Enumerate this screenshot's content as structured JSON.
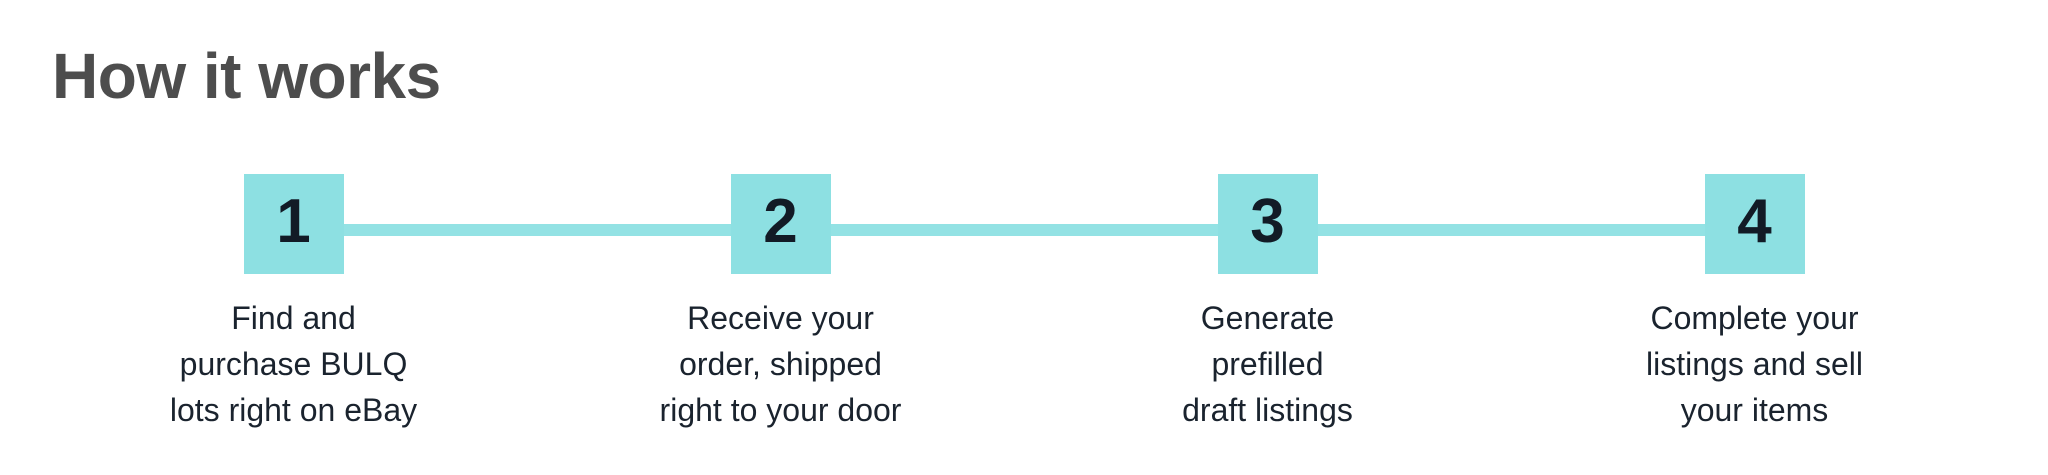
{
  "section": {
    "title": "How it works",
    "steps": [
      {
        "number": "1",
        "label": "Find and\npurchase BULQ\nlots right on eBay"
      },
      {
        "number": "2",
        "label": "Receive your\norder, shipped\nright to your door"
      },
      {
        "number": "3",
        "label": "Generate\nprefilled\ndraft listings"
      },
      {
        "number": "4",
        "label": "Complete your\nlistings and sell\nyour items"
      }
    ]
  },
  "colors": {
    "accent_teal": "#8DE0E2",
    "track_teal": "#93E2E4",
    "number_text": "#121B26",
    "label_text": "#1A232E",
    "title_gray": "#4D4D4D",
    "background": "#FFFFFF"
  }
}
